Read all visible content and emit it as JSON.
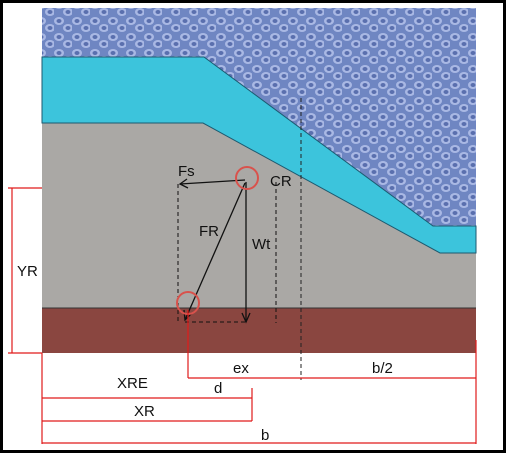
{
  "labels": {
    "fs": "Fs",
    "cr": "CR",
    "fr": "FR",
    "wt": "Wt",
    "yr": "YR",
    "ex": "ex",
    "b_half": "b/2",
    "xre": "XRE",
    "d": "d",
    "xr": "XR",
    "b": "b"
  },
  "colors": {
    "rock": "#7c8fc4",
    "water": "#3cc4dc",
    "soil": "#aaa8a5",
    "foundation": "#8a4640",
    "dimension": "#e01a1a",
    "marker": "#d9524c",
    "vector": "#111111"
  }
}
